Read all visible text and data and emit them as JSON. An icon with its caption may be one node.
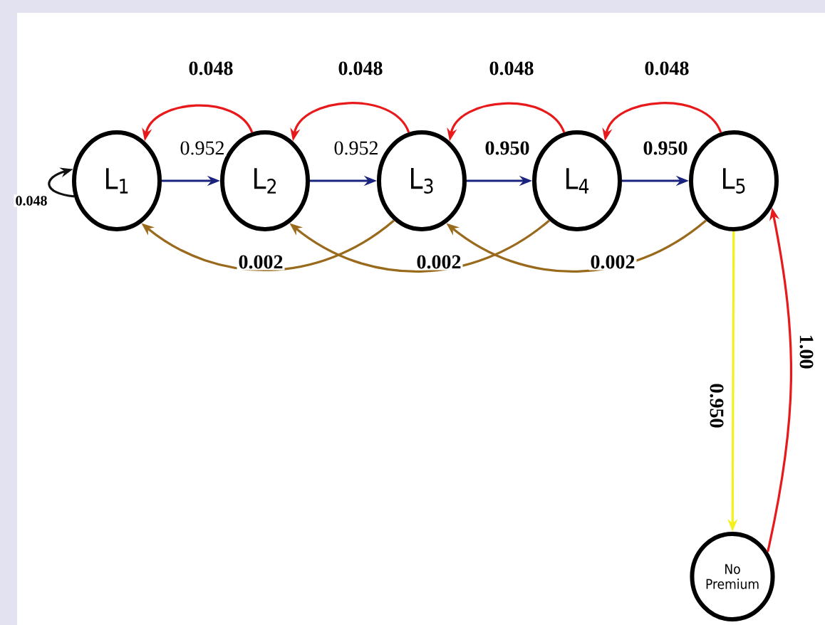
{
  "diagram": {
    "nodes": [
      {
        "text": [
          "L$_{1}$"
        ]
      },
      {
        "text": [
          "L$_{2}$"
        ]
      },
      {
        "text": [
          "L$_{3}$"
        ]
      },
      {
        "text": [
          "L$_{4}$"
        ]
      },
      {
        "text": [
          "L$_{5}$"
        ]
      },
      {
        "text": [
          "No Premium"
        ]
      }
    ],
    "edges": [
      {
        "from": 0,
        "to": 1,
        "arrow": "to",
        "label": "0.952",
        "color": "#1a237e"
      },
      {
        "from": 1,
        "to": 2,
        "arrow": "to",
        "label": "0.952",
        "color": "#1a237e"
      },
      {
        "from": 2,
        "to": 3,
        "arrow": "to",
        "label": "0.950",
        "color": "#1a237e"
      },
      {
        "from": 3,
        "to": 4,
        "arrow": "to",
        "label": "0.950",
        "color": "#1a237e"
      },
      {
        "from": 1,
        "to": 0,
        "arrow": "to",
        "label": "0.048",
        "color": "#e8191b"
      },
      {
        "from": 2,
        "to": 1,
        "arrow": "to",
        "label": "0.048",
        "color": "#e8191b"
      },
      {
        "from": 3,
        "to": 2,
        "arrow": "to",
        "label": "0.048",
        "color": "#e8191b"
      },
      {
        "from": 4,
        "to": 3,
        "arrow": "to",
        "label": "0.048",
        "color": "#e8191b"
      },
      {
        "from": 0,
        "to": 0,
        "arrow": "to",
        "label": "0.048",
        "color": "#111111"
      },
      {
        "from": 2,
        "to": 0,
        "arrow": "to",
        "label": "0.002",
        "color": "#9a6a1c"
      },
      {
        "from": 3,
        "to": 1,
        "arrow": "to",
        "label": "0.002",
        "color": "#9a6a1c"
      },
      {
        "from": 4,
        "to": 2,
        "arrow": "to",
        "label": "0.002",
        "color": "#9a6a1c"
      },
      {
        "from": 4,
        "to": 5,
        "arrow": "to",
        "label": "0.950",
        "color": "#f5f01a"
      },
      {
        "from": 5,
        "to": 4,
        "arrow": "to",
        "label": "1.00",
        "color": "#e8191b"
      }
    ]
  }
}
